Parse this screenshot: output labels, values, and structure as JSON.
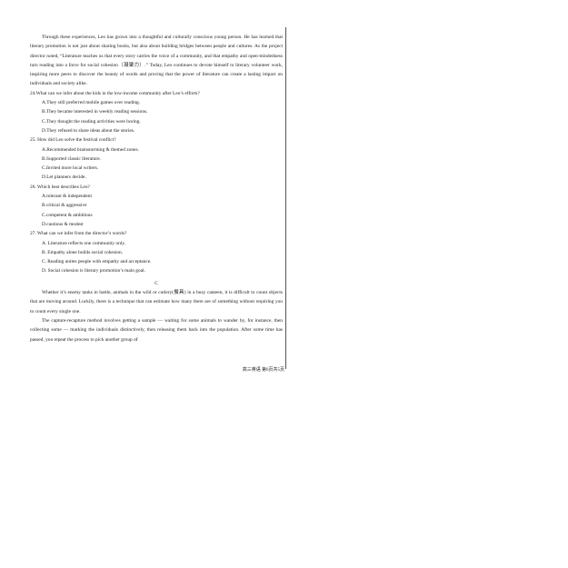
{
  "passage_b": {
    "paragraph": "Through these experiences, Leo has grown into a thoughtful and culturally conscious young person. He has learned that literary promotion is not just about sharing books, but also about building bridges between people and cultures. As the project director noted, “Literature teaches us that every story carries the voice of a community, and that empathy and open-mindedness turn reading into a force for social cohesion（凝聚力）.” Today, Leo continues to devote himself to literary volunteer work, inspiring more peers to discover the beauty of words and proving that the power of literature can create a lasting impact on individuals and society alike."
  },
  "questions": [
    {
      "stem": "24.What can we infer about the kids in the low-income community after Leo’s efforts?",
      "options": [
        "A.They still preferred mobile games over reading.",
        "B.They became interested in weekly reading sessions.",
        "C.They thought the reading activities were boring.",
        "D.They refused to share ideas about the stories."
      ]
    },
    {
      "stem": "25. How did Leo solve the festival conflict?",
      "options": [
        "A.Recommended brainstorming & themed zones.",
        "B.Supported classic literature.",
        "C.Invited more local writers.",
        "D.Let planners decide."
      ]
    },
    {
      "stem": "26. Which best describes Leo?",
      "options": [
        "A.tolerant & independent",
        "B.critical & aggressive",
        "C.competent & ambitious",
        "D.cautious & modest"
      ]
    },
    {
      "stem": "27. What can we infer from the director’s words?",
      "options": [
        "A.  Literature reflects one community only.",
        "B.  Empathy alone builds social cohesion.",
        "C.  Reading unites people with empathy and acceptance.",
        "D.  Social cohesion is literary promotion’s main goal."
      ]
    }
  ],
  "passage_c": {
    "heading": "C",
    "paragraph_1": "Whether it’s enemy tanks in battle, animals in the wild or cutlery(餐具) in a busy canteen, it is difficult to count objects that are moving around. Luckily, there is a technique that can estimate how many there are of something without requiring you to count every single one.",
    "paragraph_2": "The capture-recapture method involves getting a sample — waiting for some animals to wander by, for instance, then collecting some — marking the individuals distinctively, then releasing them back into the population. After some time has passed, you repeat the process to pick another group of"
  },
  "footer": {
    "page_label": "高三英语 第6页共5页"
  }
}
